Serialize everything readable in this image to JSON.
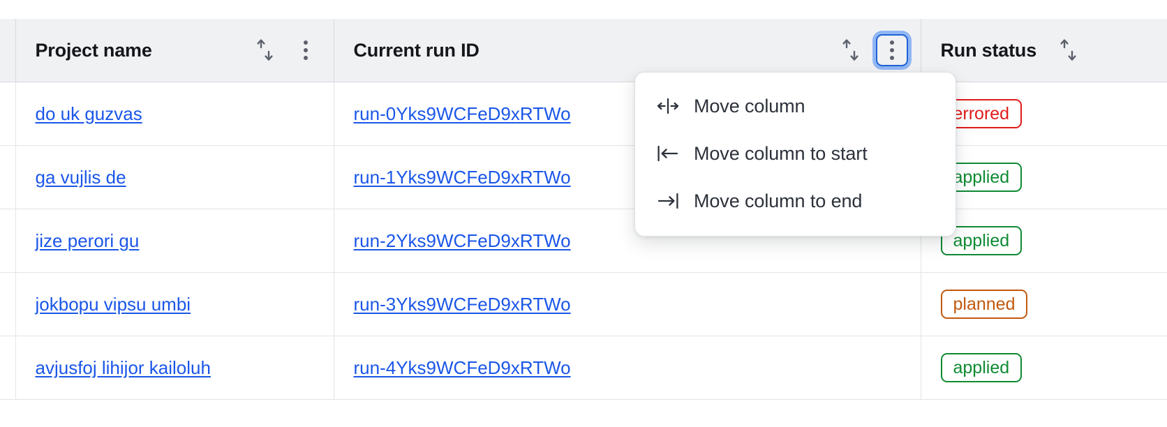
{
  "table": {
    "columns": [
      {
        "key": "gutter",
        "label": "",
        "sortable": false
      },
      {
        "key": "project",
        "label": "Project name",
        "sortable": true,
        "menu": false
      },
      {
        "key": "runid",
        "label": "Current run ID",
        "sortable": true,
        "menu": true
      },
      {
        "key": "status",
        "label": "Run status",
        "sortable": true,
        "menu": false
      }
    ],
    "rows": [
      {
        "project": "do uk guzvas",
        "run_id": "run-0Yks9WCFeD9xRTWo",
        "status": "errored"
      },
      {
        "project": "ga vujlis de",
        "run_id": "run-1Yks9WCFeD9xRTWo",
        "status": "applied"
      },
      {
        "project": "jize perori gu",
        "run_id": "run-2Yks9WCFeD9xRTWo",
        "status": "applied"
      },
      {
        "project": "jokbopu vipsu umbi",
        "run_id": "run-3Yks9WCFeD9xRTWo",
        "status": "planned"
      },
      {
        "project": "avjusfoj lihijor kailoluh",
        "run_id": "run-4Yks9WCFeD9xRTWo",
        "status": "applied"
      }
    ]
  },
  "icons": {
    "sort": "sort-ascending-descending-icon",
    "kebab": "overflow-menu-vertical-icon",
    "move_column": "move-column-horizontal-icon",
    "move_start": "move-column-to-start-icon",
    "move_end": "move-column-to-end-icon"
  },
  "column_menu": {
    "open": true,
    "anchor_column": "Current run ID",
    "items": [
      {
        "label": "Move column",
        "icon": "move-column-horizontal-icon"
      },
      {
        "label": "Move column to start",
        "icon": "move-column-to-start-icon"
      },
      {
        "label": "Move column to end",
        "icon": "move-column-to-end-icon"
      }
    ]
  },
  "colors": {
    "link": "#1a56e8",
    "header_bg": "#f0f1f3",
    "focus_ring": "#4285f4",
    "focus_border": "#1f62d6",
    "status_errored": "#e01b1b",
    "status_applied": "#0f8a33",
    "status_planned": "#c2590e"
  }
}
